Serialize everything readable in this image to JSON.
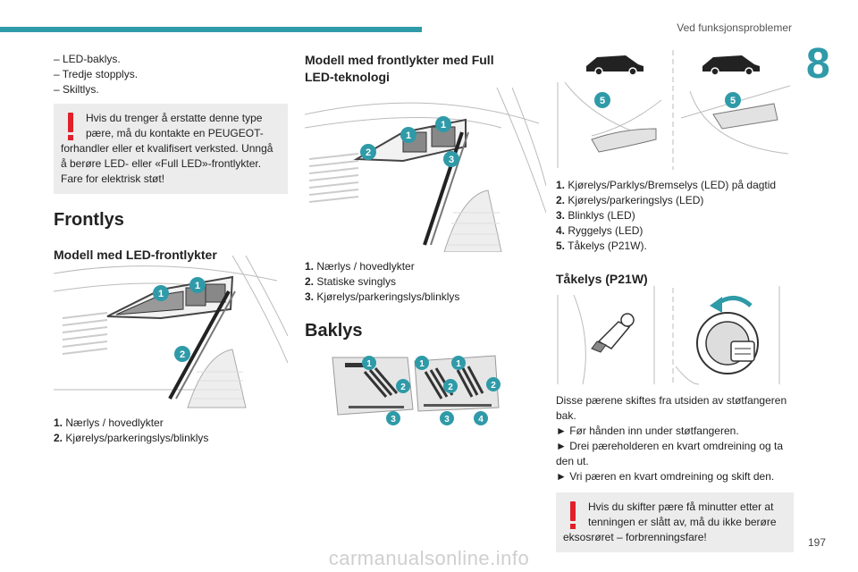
{
  "header": {
    "section_title": "Ved funksjonsproblemer",
    "chapter_number": "8"
  },
  "col1": {
    "dash_items": [
      "– LED-baklys.",
      "– Tredje stopplys.",
      "– Skiltlys."
    ],
    "warning_text": "Hvis du trenger å erstatte denne type pære, må du kontakte en PEUGEOT-forhandler eller et kvalifisert verksted. Unngå å berøre LED- eller «Full LED»-frontlykter. Fare for elektrisk støt!",
    "heading": "Frontlys",
    "subheading": "Modell med LED-frontlykter",
    "figure_markers": [
      "1",
      "1",
      "2"
    ],
    "legend": [
      {
        "num": "1.",
        "text": "Nærlys / hovedlykter"
      },
      {
        "num": "2.",
        "text": "Kjørelys/parkeringslys/blinklys"
      }
    ]
  },
  "col2": {
    "subheading": "Modell med frontlykter med Full LED-teknologi",
    "figure_markers": [
      "1",
      "1",
      "2",
      "3"
    ],
    "legend": [
      {
        "num": "1.",
        "text": "Nærlys / hovedlykter"
      },
      {
        "num": "2.",
        "text": "Statiske svinglys"
      },
      {
        "num": "3.",
        "text": "Kjørelys/parkeringslys/blinklys"
      }
    ],
    "heading": "Baklys",
    "rear_markers": [
      "1",
      "2",
      "3",
      "1",
      "1",
      "2",
      "2",
      "3",
      "4"
    ]
  },
  "col3": {
    "figure_markers": [
      "5",
      "5"
    ],
    "legend": [
      {
        "num": "1.",
        "text": "Kjørelys/Parklys/Bremselys (LED) på dagtid"
      },
      {
        "num": "2.",
        "text": "Kjørelys/parkeringslys (LED)"
      },
      {
        "num": "3.",
        "text": "Blinklys (LED)"
      },
      {
        "num": "4.",
        "text": "Ryggelys (LED)"
      },
      {
        "num": "5.",
        "text": "Tåkelys (P21W)."
      }
    ],
    "subheading": "Tåkelys (P21W)",
    "body_text": "Disse pærene skiftes fra utsiden av støtfangeren bak.",
    "steps": [
      "► Før hånden inn under støtfangeren.",
      "► Drei pæreholderen en kvart omdreining og ta den ut.",
      "► Vri pæren en kvart omdreining og skift den."
    ],
    "warning_text": "Hvis du skifter pære få minutter etter at tenningen er slått av, må du ikke berøre eksosrøret – forbrenningsfare!"
  },
  "footer": {
    "page_number": "197",
    "watermark": "carmanualsonline.info"
  }
}
